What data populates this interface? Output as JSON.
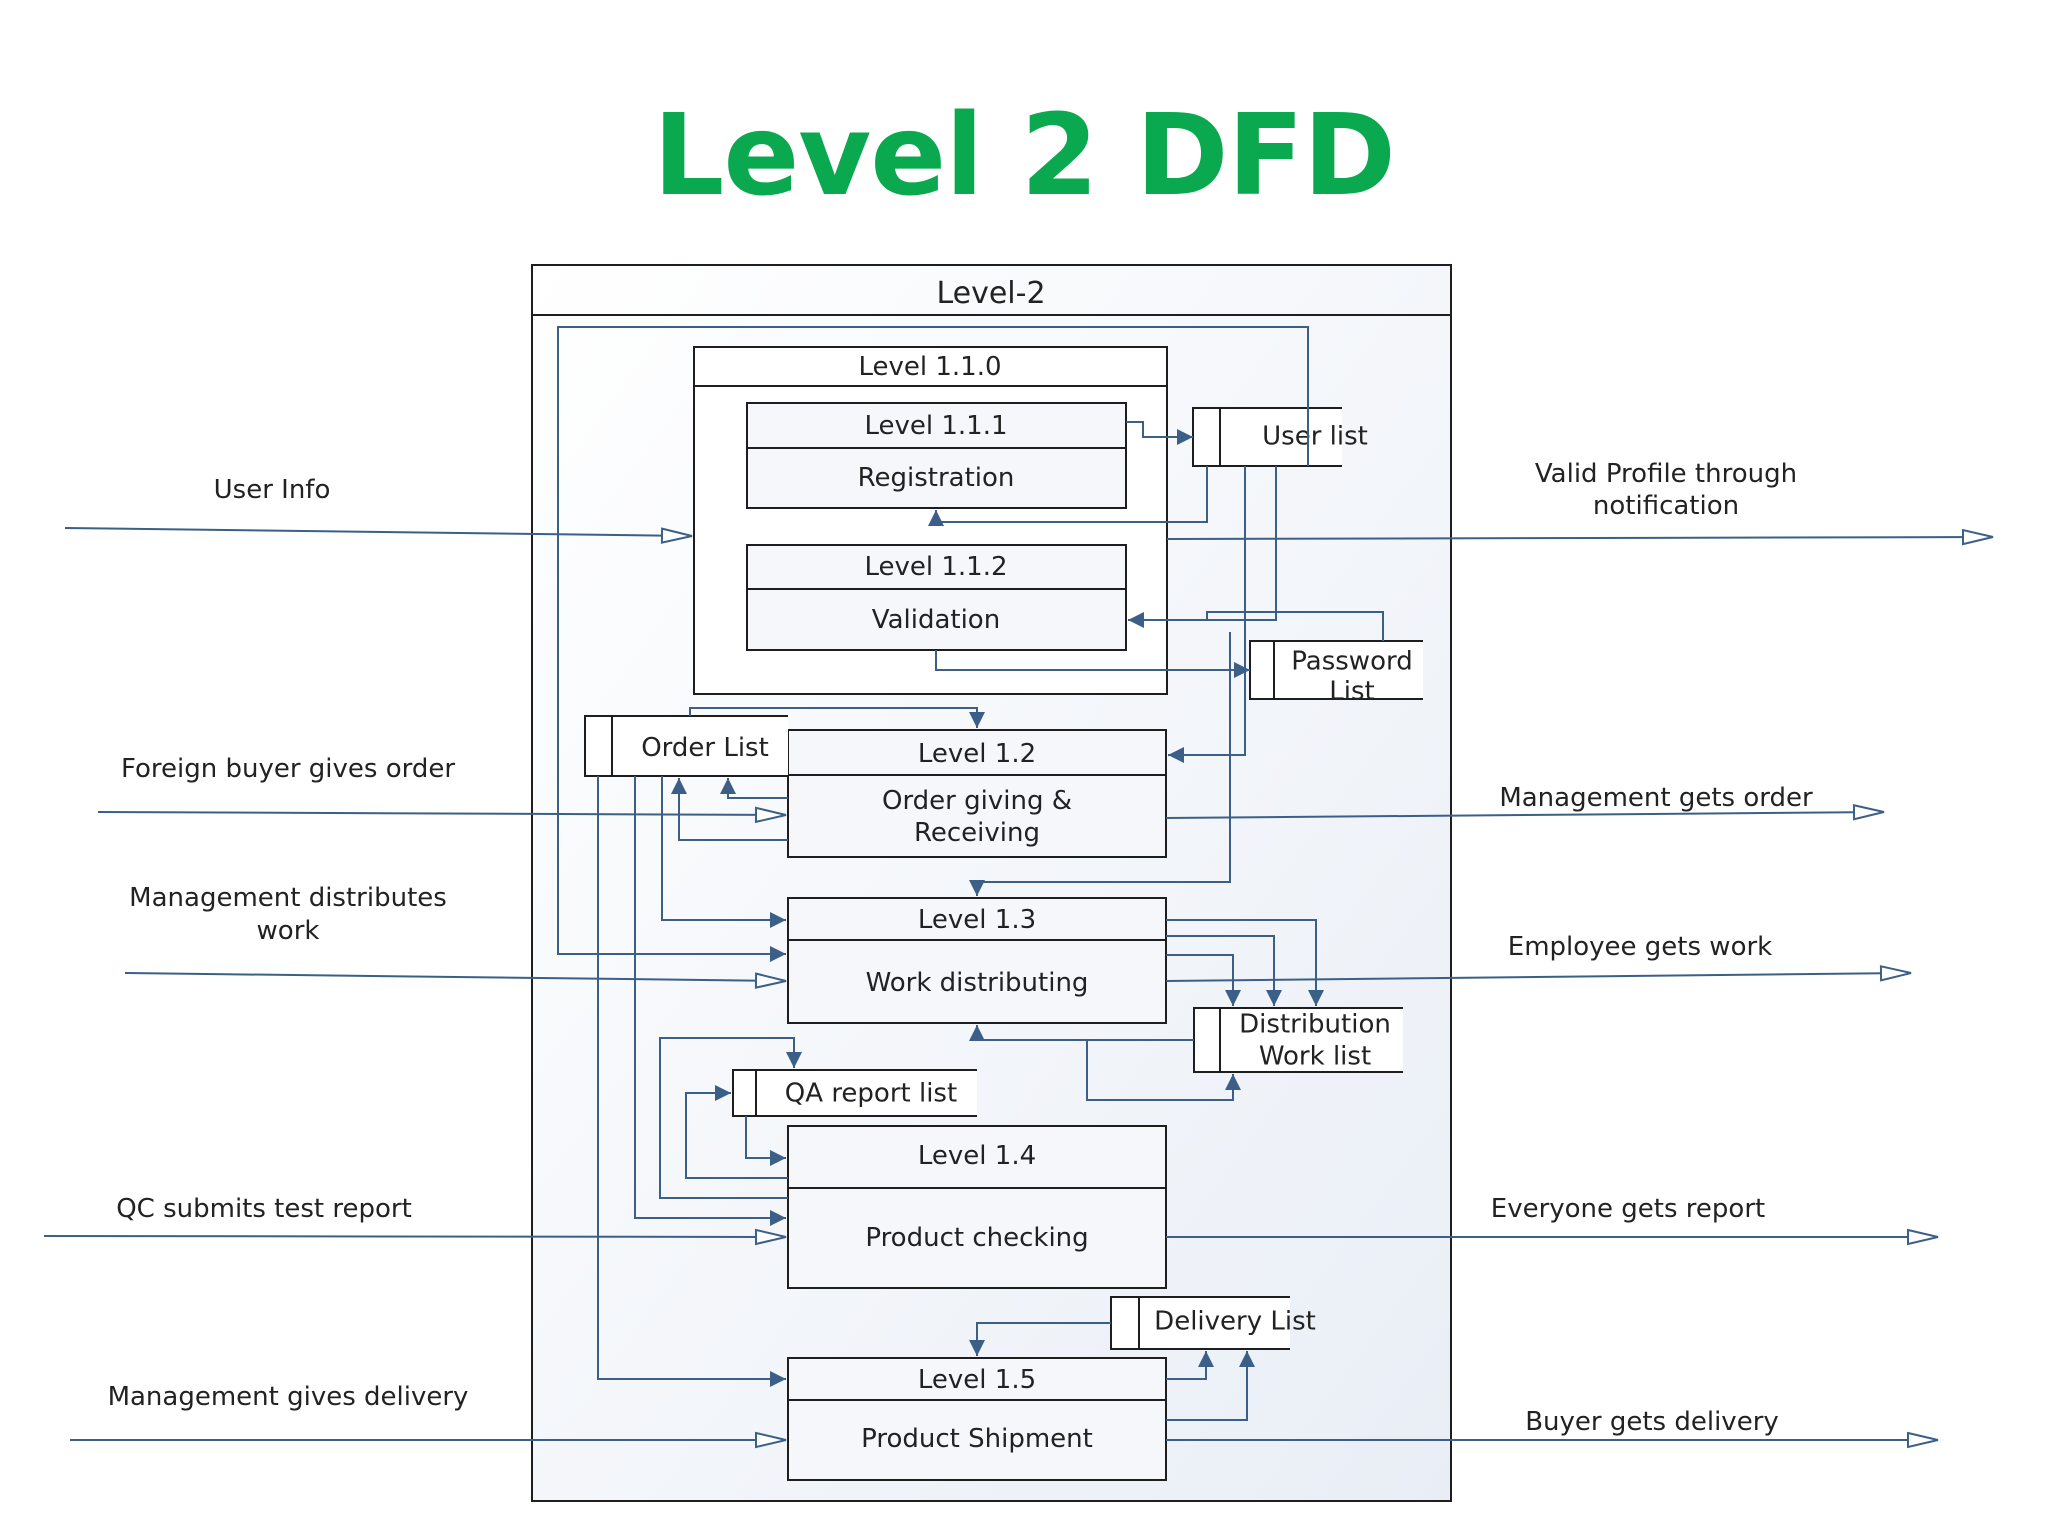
{
  "title": "Level 2 DFD",
  "colors": {
    "title": "#0aa84f",
    "flow": "#3b5f86",
    "box_border": "#1e1e1e"
  },
  "frame": {
    "title": "Level-2"
  },
  "outer_process": {
    "title": "Level 1.1.0"
  },
  "processes": [
    {
      "id": "p111",
      "level": "Level 1.1.1",
      "name": "Registration"
    },
    {
      "id": "p112",
      "level": "Level 1.1.2",
      "name": "Validation"
    },
    {
      "id": "p12",
      "level": "Level 1.2",
      "name": "Order giving &",
      "name2": "Receiving"
    },
    {
      "id": "p13",
      "level": "Level 1.3",
      "name": "Work distributing"
    },
    {
      "id": "p14",
      "level": "Level 1.4",
      "name": "Product checking"
    },
    {
      "id": "p15",
      "level": "Level 1.5",
      "name": "Product Shipment"
    }
  ],
  "data_stores": {
    "user_list": "User list",
    "password_list": [
      "Password",
      "List"
    ],
    "order_list": "Order List",
    "distribution_work_list": [
      "Distribution",
      "Work list"
    ],
    "qa_report_list": "QA report list",
    "delivery_list": "Delivery List"
  },
  "inputs": {
    "user_info": "User Info",
    "foreign_buyer": "Foreign buyer gives order",
    "management_distributes": [
      "Management distributes",
      "work"
    ],
    "qc_submits": "QC submits test report",
    "management_delivery": "Management gives delivery"
  },
  "outputs": {
    "valid_profile": [
      "Valid Profile through",
      "notification"
    ],
    "management_gets_order": "Management gets order",
    "employee_gets_work": "Employee gets work",
    "everyone_gets_report": "Everyone gets report",
    "buyer_gets_delivery": "Buyer gets delivery"
  }
}
